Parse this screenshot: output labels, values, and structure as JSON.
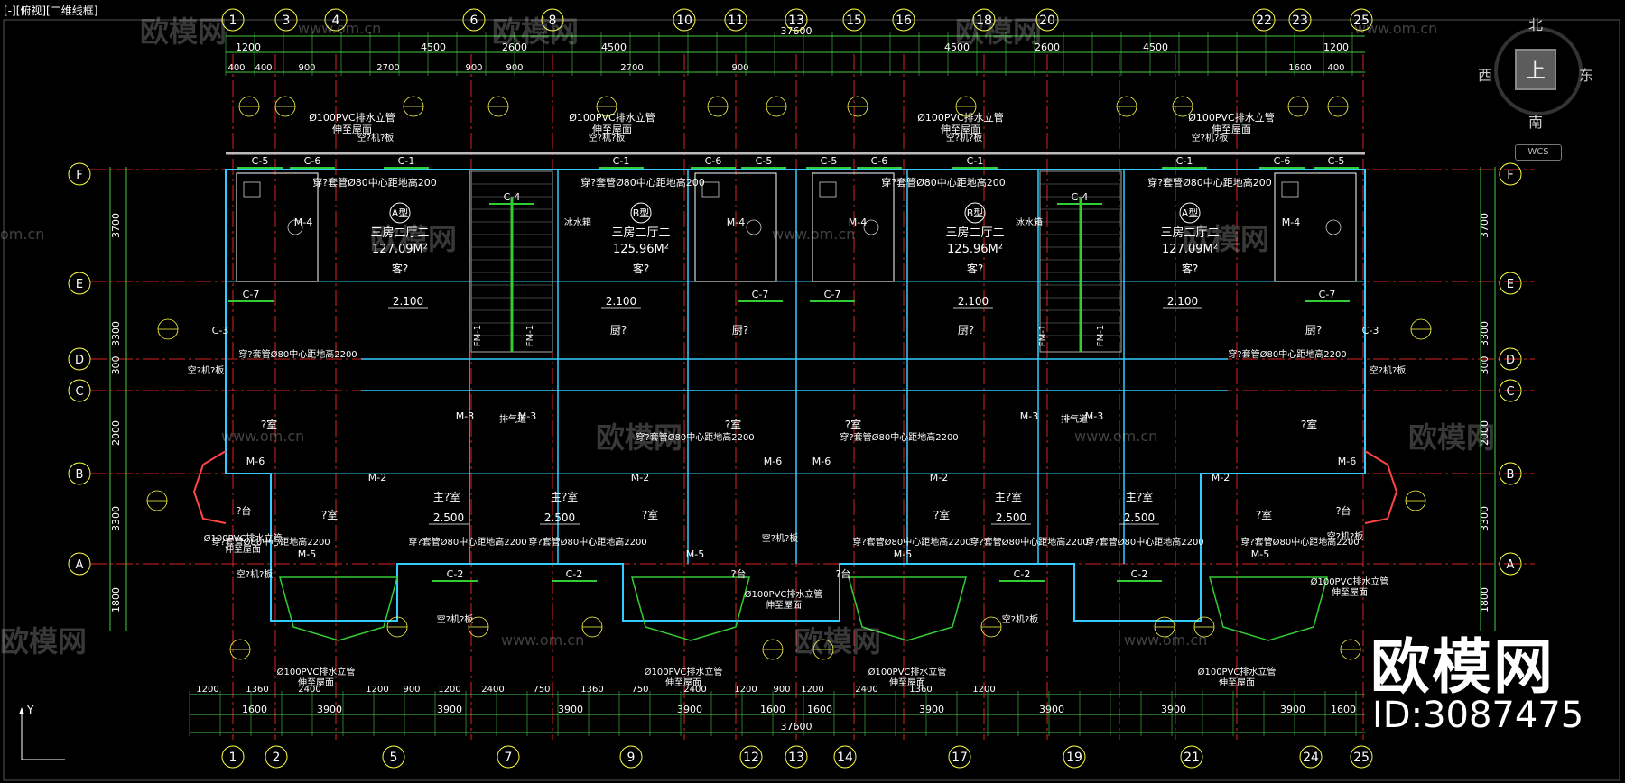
{
  "viewport": {
    "label": "[-][俯视][二维线框]"
  },
  "compass": {
    "north": "北",
    "south": "南",
    "east": "东",
    "west": "西",
    "center": "上",
    "wcs": "WCS"
  },
  "brand": {
    "name": "欧模网",
    "id": "ID:3087475"
  },
  "watermark": {
    "text": "欧模网",
    "url": "www.om.cn",
    "url_short": "om.cn"
  },
  "ucs": {
    "y_label": "Y"
  },
  "top_axes": [
    "1",
    "3",
    "4",
    "6",
    "8",
    "10",
    "11",
    "13",
    "15",
    "16",
    "18",
    "20",
    "22",
    "23",
    "25"
  ],
  "bottom_axes": [
    "1",
    "2",
    "5",
    "7",
    "9",
    "12",
    "13",
    "14",
    "17",
    "19",
    "21",
    "24",
    "25"
  ],
  "left_axes": [
    "F",
    "E",
    "D",
    "C",
    "B",
    "A"
  ],
  "right_axes": [
    "F",
    "E",
    "D",
    "C",
    "B",
    "A"
  ],
  "dims_top_total": "37600",
  "dims_top_row1": [
    "1200",
    "4500",
    "2600",
    "4500",
    "4500",
    "2600",
    "4500",
    "1200"
  ],
  "dims_top_row2": [
    "400",
    "400",
    "900",
    "2700",
    "900",
    "900",
    "2700",
    "900",
    "1600",
    "400"
  ],
  "dims_bottom_total": "37600",
  "dims_bottom_row1": [
    "1200",
    "1360",
    "2400",
    "1200",
    "900",
    "1200",
    "2400",
    "750",
    "1360",
    "750",
    "2400",
    "1200",
    "900",
    "1200",
    "2400",
    "1360",
    "1200"
  ],
  "dims_bottom_row2": [
    "1600",
    "3900",
    "3900",
    "3900",
    "3900",
    "1600",
    "1600",
    "3900",
    "3900",
    "3900",
    "3900",
    "1600"
  ],
  "dims_left": [
    "3700",
    "3300",
    "300",
    "2000",
    "3300",
    "1800"
  ],
  "units": {
    "a_left": {
      "type": "A型",
      "desc": "三房二厅二",
      "area": "127.09M²"
    },
    "b_left": {
      "type": "B型",
      "desc": "三房二厅二",
      "area": "125.96M²"
    },
    "b_right": {
      "type": "B型",
      "desc": "三房二厅二",
      "area": "125.96M²"
    },
    "a_right": {
      "type": "A型",
      "desc": "三房二厅二",
      "area": "127.09M²"
    }
  },
  "rooms": {
    "living": "客?",
    "bedroom": "?室",
    "master": "主?室",
    "kitchen": "厨?",
    "balcony": "?台"
  },
  "elev": {
    "e2100": "2.100",
    "e2500": "2.500"
  },
  "notes": {
    "pvc": "Ø100PVC排水立管",
    "pvc2": "伸至屋面",
    "sleeve200": "穿?套管Ø80中心距地高200",
    "sleeve2200": "穿?套管Ø80中心距地高2200",
    "ac": "空?机?板",
    "water": "冰水箱",
    "exhaust": "排气道"
  },
  "tags": {
    "c5": "C-5",
    "c6": "C-6",
    "c1": "C-1",
    "c4": "C-4",
    "c7": "C-7",
    "c3": "C-3",
    "c2": "C-2",
    "m4": "M-4",
    "m3": "M-3",
    "m2": "M-2",
    "m5": "M-5",
    "m6": "M-6",
    "fm": "FM-1"
  }
}
